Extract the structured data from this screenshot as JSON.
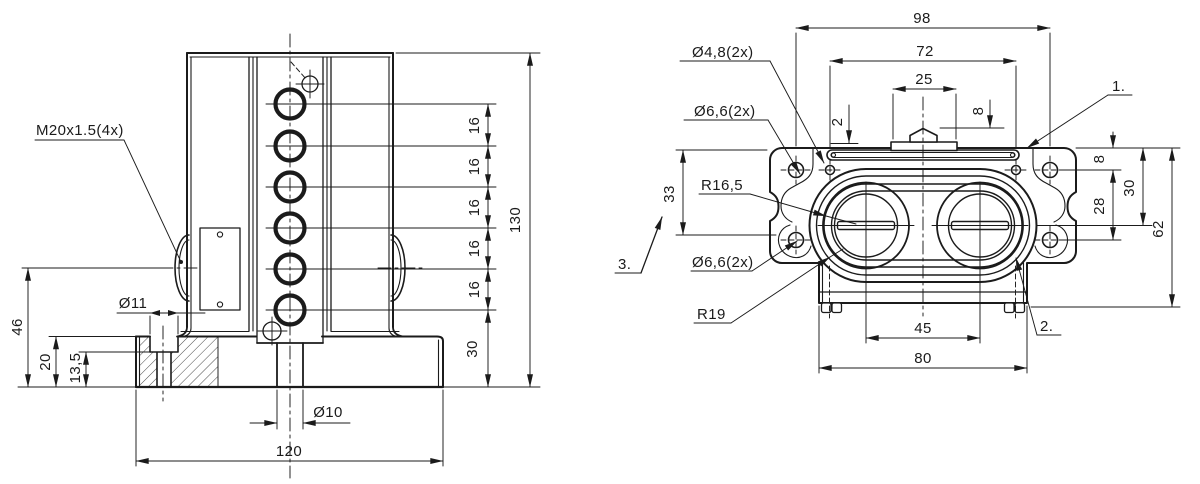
{
  "drawing": {
    "labels": {
      "thread": "M20x1.5(4x)",
      "dia48": "Ø4,8(2x)",
      "dia66a": "Ø6,6(2x)",
      "dia66b": "Ø6,6(2x)",
      "r165": "R16,5",
      "r19": "R19",
      "n1": "1.",
      "n2": "2.",
      "n3": "3."
    },
    "left": {
      "d46": "46",
      "d20": "20",
      "d135": "13,5",
      "d11": "Ø11",
      "d10": "Ø10",
      "d120": "120",
      "d130": "130",
      "d30": "30",
      "d16": [
        "16",
        "16",
        "16",
        "16",
        "16"
      ]
    },
    "right": {
      "d98": "98",
      "d72": "72",
      "d25": "25",
      "d2": "2",
      "d8t": "8",
      "d33": "33",
      "d45": "45",
      "d80": "80",
      "d8r": "8",
      "d28": "28",
      "d30": "30",
      "d62": "62"
    }
  }
}
